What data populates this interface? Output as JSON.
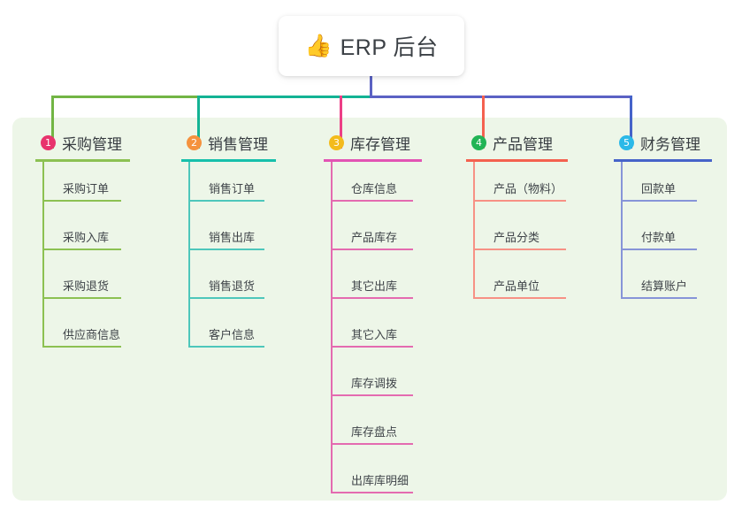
{
  "diagram": {
    "root": {
      "icon": "thumbs-up-icon",
      "icon_glyph": "👍",
      "label": "ERP 后台"
    },
    "panel_color": "#edf6e8",
    "trunk_color": "#5b62c4",
    "connector_segments": [
      {
        "name": "green-segment",
        "color": "#72b544"
      },
      {
        "name": "teal-segment",
        "color": "#13b394"
      },
      {
        "name": "indigo-segment",
        "color": "#5b62c4"
      }
    ],
    "columns": [
      {
        "index": "1",
        "badge_color": "#e8336d",
        "rule_color": "#8cc152",
        "line_color": "#8cc152",
        "drop_color": "#72b544",
        "title": "采购管理",
        "items": [
          "采购订单",
          "采购入库",
          "采购退货",
          "供应商信息"
        ]
      },
      {
        "index": "2",
        "badge_color": "#f5923e",
        "rule_color": "#17c0ab",
        "line_color": "#4ec7bb",
        "drop_color": "#13b394",
        "title": "销售管理",
        "items": [
          "销售订单",
          "销售出库",
          "销售退货",
          "客户信息"
        ]
      },
      {
        "index": "3",
        "badge_color": "#f3bb1c",
        "rule_color": "#e254b4",
        "line_color": "#e46bb0",
        "drop_color": "#ec3f86",
        "title": "库存管理",
        "items": [
          "仓库信息",
          "产品库存",
          "其它出库",
          "其它入库",
          "库存调拨",
          "库存盘点",
          "出库库明细"
        ]
      },
      {
        "index": "4",
        "badge_color": "#22b455",
        "rule_color": "#f4614f",
        "line_color": "#f79185",
        "drop_color": "#f4614f",
        "title": "产品管理",
        "items": [
          "产品（物料）",
          "产品分类",
          "产品单位"
        ]
      },
      {
        "index": "5",
        "badge_color": "#2bb9e8",
        "rule_color": "#4663c9",
        "line_color": "#8794d8",
        "drop_color": "#4663c9",
        "title": "财务管理",
        "items": [
          "回款单",
          "付款单",
          "结算账户"
        ]
      }
    ]
  }
}
